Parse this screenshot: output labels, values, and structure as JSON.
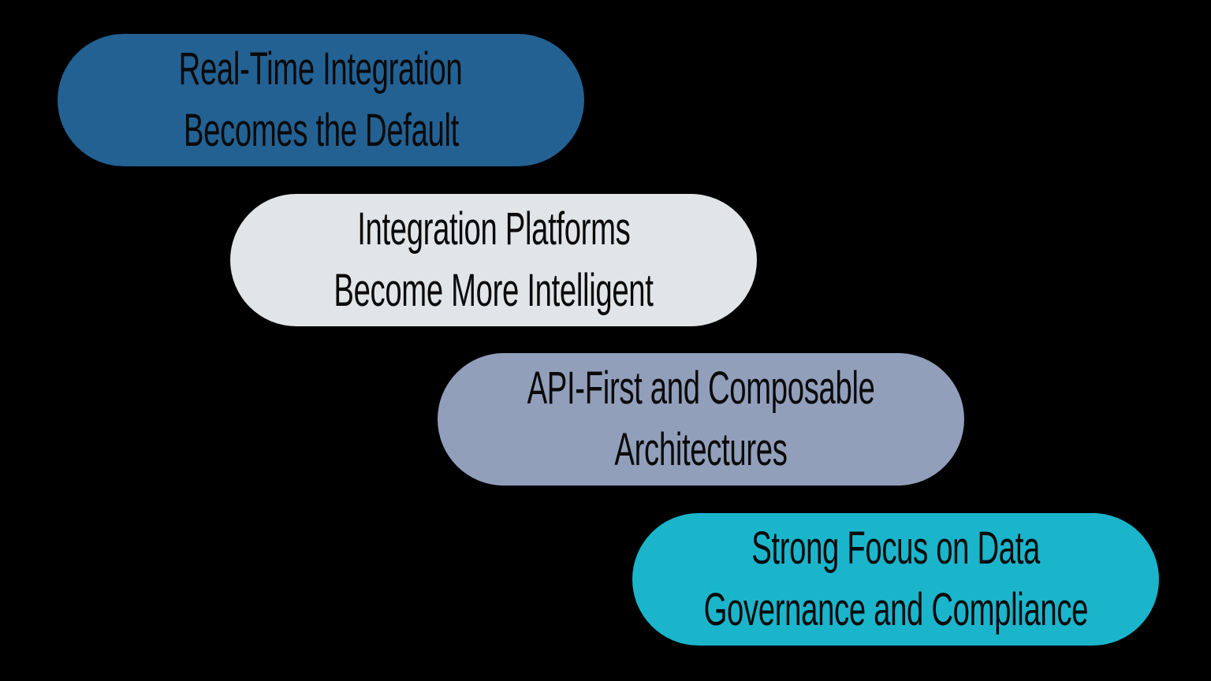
{
  "items": [
    {
      "lines": [
        "Real-Time Integration",
        "Becomes the Default"
      ],
      "color": "#236193"
    },
    {
      "lines": [
        "Integration Platforms",
        "Become More Intelligent"
      ],
      "color": "#e1e5e8"
    },
    {
      "lines": [
        "API-First and Composable",
        "Architectures"
      ],
      "color": "#929fbb"
    },
    {
      "lines": [
        "Strong Focus on Data",
        "Governance and Compliance"
      ],
      "color": "#1ab5cb"
    }
  ],
  "background": "#000000"
}
